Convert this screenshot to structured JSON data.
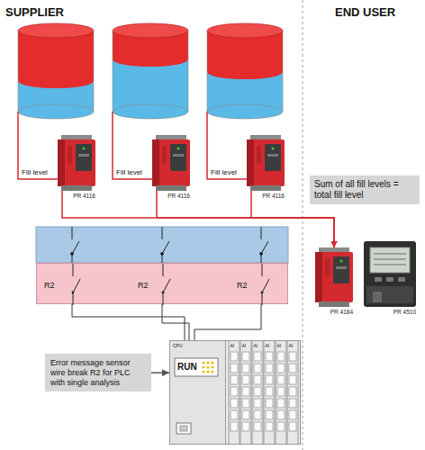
{
  "diagram": {
    "nodes": [
      {
        "text": [
          "PR 4116"
        ]
      },
      {
        "text": [
          "PR 4116"
        ]
      },
      {
        "text": [
          "PR 4116"
        ]
      },
      {
        "text": [
          "Sum of all fill levels = total fill level"
        ]
      },
      {
        "text": [
          "PR 4184"
        ]
      },
      {
        "text": [
          "PR 4510"
        ]
      },
      {
        "text": [
          "R2",
          "R2",
          "R2"
        ]
      },
      {
        "text": [
          "Error message sensor wire break R2 for PLC with single analysis"
        ]
      },
      {
        "text": [
          "CPU",
          "RUN",
          "AI",
          "AI",
          "AI",
          "AI",
          "AI",
          "AI"
        ]
      }
    ],
    "edges": [
      {
        "from": 0,
        "to": 4,
        "arrow": "to"
      },
      {
        "from": 1,
        "to": 4,
        "arrow": "to"
      },
      {
        "from": 2,
        "to": 4,
        "arrow": "to"
      },
      {
        "from": 6,
        "to": 8,
        "arrow": "none"
      },
      {
        "from": 7,
        "to": 8,
        "arrow": "to"
      }
    ],
    "labels": [
      "SUPPLIER",
      "END USER",
      "Fill level",
      "Fill level",
      "Fill level"
    ]
  }
}
